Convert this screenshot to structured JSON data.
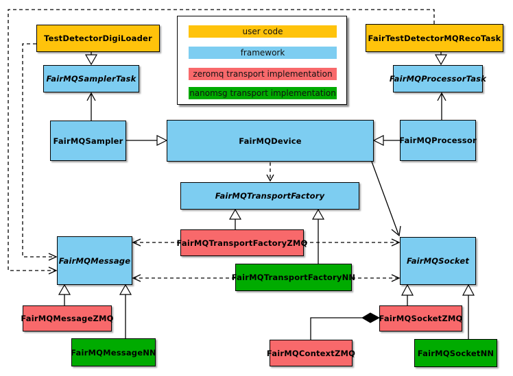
{
  "diagram": {
    "title": "FairMQ class diagram",
    "background": "#ffffff"
  },
  "colors": {
    "user_code": "#FFC30B",
    "framework": "#7DCDF1",
    "zeromq": "#F8696B",
    "nanomsg": "#00AB00",
    "line": "#000000"
  },
  "legend": {
    "items": [
      {
        "label": "user code",
        "category": "user_code"
      },
      {
        "label": "framework",
        "category": "framework"
      },
      {
        "label": "zeromq transport implementation",
        "category": "zeromq"
      },
      {
        "label": "nanomsg transport implementation",
        "category": "nanomsg"
      }
    ]
  },
  "nodes": {
    "testDetectorDigiLoader": {
      "label": "TestDetectorDigiLoader",
      "category": "user_code",
      "abstract": false
    },
    "fairTestDetectorMQRecoTask": {
      "label": "FairTestDetectorMQRecoTask",
      "category": "user_code",
      "abstract": false
    },
    "fairMQSamplerTask": {
      "label": "FairMQSamplerTask",
      "category": "framework",
      "abstract": true
    },
    "fairMQProcessorTask": {
      "label": "FairMQProcessorTask",
      "category": "framework",
      "abstract": true
    },
    "fairMQSampler": {
      "label": "FairMQSampler",
      "category": "framework",
      "abstract": false
    },
    "fairMQDevice": {
      "label": "FairMQDevice",
      "category": "framework",
      "abstract": false
    },
    "fairMQProcessor": {
      "label": "FairMQProcessor",
      "category": "framework",
      "abstract": false
    },
    "fairMQTransportFactory": {
      "label": "FairMQTransportFactory",
      "category": "framework",
      "abstract": true
    },
    "fairMQTransportFactoryZMQ": {
      "label": "FairMQTransportFactoryZMQ",
      "category": "zeromq",
      "abstract": false
    },
    "fairMQTransportFactoryNN": {
      "label": "FairMQTransportFactoryNN",
      "category": "nanomsg",
      "abstract": false
    },
    "fairMQMessage": {
      "label": "FairMQMessage",
      "category": "framework",
      "abstract": true
    },
    "fairMQSocket": {
      "label": "FairMQSocket",
      "category": "framework",
      "abstract": true
    },
    "fairMQMessageZMQ": {
      "label": "FairMQMessageZMQ",
      "category": "zeromq",
      "abstract": false
    },
    "fairMQMessageNN": {
      "label": "FairMQMessageNN",
      "category": "nanomsg",
      "abstract": false
    },
    "fairMQSocketZMQ": {
      "label": "FairMQSocketZMQ",
      "category": "zeromq",
      "abstract": false
    },
    "fairMQSocketNN": {
      "label": "FairMQSocketNN",
      "category": "nanomsg",
      "abstract": false
    },
    "fairMQContextZMQ": {
      "label": "FairMQContextZMQ",
      "category": "zeromq",
      "abstract": false
    }
  },
  "edges": [
    {
      "from": "TestDetectorDigiLoader",
      "to": "FairMQSamplerTask",
      "type": "generalization"
    },
    {
      "from": "FairTestDetectorMQRecoTask",
      "to": "FairMQProcessorTask",
      "type": "generalization"
    },
    {
      "from": "FairMQSampler",
      "to": "FairMQSamplerTask",
      "type": "association"
    },
    {
      "from": "FairMQProcessor",
      "to": "FairMQProcessorTask",
      "type": "association"
    },
    {
      "from": "FairMQSampler",
      "to": "FairMQDevice",
      "type": "generalization"
    },
    {
      "from": "FairMQProcessor",
      "to": "FairMQDevice",
      "type": "generalization"
    },
    {
      "from": "FairMQDevice",
      "to": "FairMQTransportFactory",
      "type": "dependency"
    },
    {
      "from": "FairMQDevice",
      "to": "FairMQSocket",
      "type": "association"
    },
    {
      "from": "FairMQTransportFactoryZMQ",
      "to": "FairMQTransportFactory",
      "type": "generalization"
    },
    {
      "from": "FairMQTransportFactoryNN",
      "to": "FairMQTransportFactory",
      "type": "generalization"
    },
    {
      "from": "FairMQTransportFactoryZMQ",
      "to": "FairMQMessage",
      "type": "dependency"
    },
    {
      "from": "FairMQTransportFactoryZMQ",
      "to": "FairMQSocket",
      "type": "dependency"
    },
    {
      "from": "FairMQTransportFactoryNN",
      "to": "FairMQMessage",
      "type": "dependency"
    },
    {
      "from": "FairMQTransportFactoryNN",
      "to": "FairMQSocket",
      "type": "dependency"
    },
    {
      "from": "TestDetectorDigiLoader",
      "to": "FairMQMessage",
      "type": "dependency"
    },
    {
      "from": "FairTestDetectorMQRecoTask",
      "to": "FairMQMessage",
      "type": "dependency"
    },
    {
      "from": "FairMQMessageZMQ",
      "to": "FairMQMessage",
      "type": "generalization"
    },
    {
      "from": "FairMQMessageNN",
      "to": "FairMQMessage",
      "type": "generalization"
    },
    {
      "from": "FairMQSocketZMQ",
      "to": "FairMQSocket",
      "type": "generalization"
    },
    {
      "from": "FairMQSocketNN",
      "to": "FairMQSocket",
      "type": "generalization"
    },
    {
      "from": "FairMQContextZMQ",
      "to": "FairMQSocketZMQ",
      "type": "composition"
    }
  ]
}
